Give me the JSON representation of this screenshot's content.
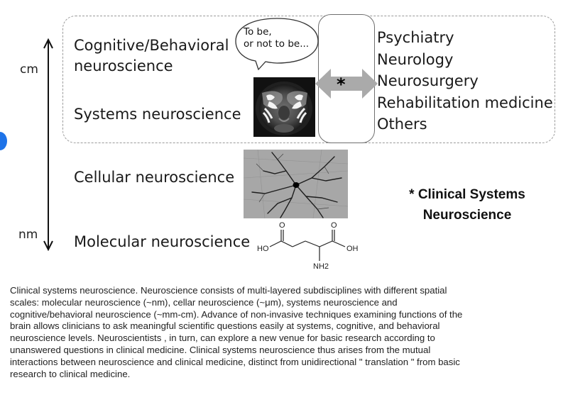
{
  "diagram": {
    "scale_top_label": "cm",
    "scale_bottom_label": "nm",
    "levels": {
      "cognitive": [
        "Cognitive/Behavioral",
        "neuroscience"
      ],
      "systems": "Systems neuroscience",
      "cellular": "Cellular neuroscience",
      "molecular": "Molecular neuroscience"
    },
    "speech_bubble": [
      "To be,",
      "or not to be..."
    ],
    "arrow_marker": "*",
    "clinical_fields": [
      "Psychiatry",
      "Neurology",
      "Neurosurgery",
      "Rehabilitation medicine",
      "Others"
    ],
    "clinical_label": [
      "* Clinical Systems",
      "Neuroscience"
    ],
    "molecule_labels": {
      "left_group": "HO",
      "right_group": "OH",
      "top_left_o": "O",
      "top_right_o": "O",
      "amine": "NH2"
    }
  },
  "caption": "Clinical systems neuroscience. Neuroscience consists of multi-layered subdisciplines with different spatial\nscales: molecular neuroscience (~nm), cellar neuroscience (~μm), systems neuroscience and\ncognitive/behavioral neuroscience (~mm-cm). Advance of non-invasive techniques examining functions of the\nbrain allows clinicians to ask meaningful scientific questions easily at systems, cognitive, and behavioral\nneuroscience levels. Neuroscientists , in turn, can explore a new venue for basic research according to\nunanswered questions in clinical medicine. Clinical systems neuroscience thus arises from the mutual\ninteractions between neuroscience and clinical medicine, distinct from unidirectional \" translation \" from basic\nresearch to clinical medicine.",
  "colors": {
    "accent_blue": "#1e73e8",
    "arrow_gray": "#aaaaaa",
    "dashed_border": "#9a9a9a"
  }
}
